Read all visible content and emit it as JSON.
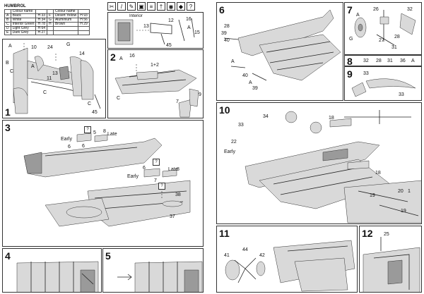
{
  "humbrol": {
    "title": "HUMBROL",
    "rows": [
      {
        "key": "A",
        "name": "Black",
        "code": "H 33",
        "key2": "F",
        "name2": "Desert Yellow",
        "code2": "H 93"
      },
      {
        "key": "B",
        "name": "White",
        "code": "H 34",
        "key2": "G",
        "name2": "Aluminium",
        "code2": "H 56"
      },
      {
        "key": "C",
        "name": "Interior Green",
        "code": "H 78",
        "key2": "H",
        "name2": "Brown",
        "code2": "H 29"
      },
      {
        "key": "D",
        "name": "Light Grey",
        "code": "H 64",
        "key2": "",
        "name2": "",
        "code2": ""
      },
      {
        "key": "E",
        "name": "Dark Grey",
        "code": "H 27",
        "key2": "",
        "name2": "",
        "code2": ""
      }
    ],
    "header_left": "Colour name",
    "header_right": "Colour name"
  },
  "tool_icons": [
    "glue-icon",
    "knife-icon",
    "brush-icon",
    "decal-icon",
    "file-icon",
    "clip-icon",
    "optional-icon",
    "paint-icon",
    "question-icon"
  ],
  "steps": {
    "s1": {
      "number": "1",
      "parts": [
        "A",
        "10",
        "24",
        "G",
        "14",
        "B",
        "C",
        "13",
        "11",
        "C",
        "45",
        "A",
        "C"
      ]
    },
    "interior": {
      "label": "Interior",
      "parts": [
        "13",
        "12",
        "15",
        "A",
        "16",
        "45"
      ]
    },
    "s2": {
      "number": "2",
      "parts": [
        "A",
        "16",
        "1+2",
        "C",
        "7",
        "9"
      ]
    },
    "s3": {
      "number": "3",
      "parts": [
        "Early",
        "6",
        "5",
        "Late",
        "8",
        "6",
        "Early",
        "6",
        "7",
        "Late",
        "8",
        "38",
        "37"
      ]
    },
    "s4": {
      "number": "4"
    },
    "s5": {
      "number": "5"
    },
    "s6": {
      "number": "6",
      "parts": [
        "28",
        "39",
        "40",
        "A",
        "40",
        "A",
        "39"
      ]
    },
    "s7": {
      "number": "7",
      "parts": [
        "A",
        "32",
        "26",
        "27",
        "28",
        "31",
        "G"
      ]
    },
    "s8": {
      "number": "8",
      "parts": [
        "32",
        "28",
        "31",
        "36",
        "A"
      ]
    },
    "s9": {
      "number": "9",
      "parts": [
        "33",
        "33"
      ]
    },
    "s10": {
      "number": "10",
      "parts": [
        "33",
        "34",
        "22",
        "Early",
        "18",
        "18",
        "19",
        "20",
        "1",
        "19"
      ]
    },
    "s11": {
      "number": "11",
      "parts": [
        "41",
        "44",
        "42"
      ]
    },
    "s12": {
      "number": "12",
      "parts": [
        "25"
      ]
    }
  }
}
